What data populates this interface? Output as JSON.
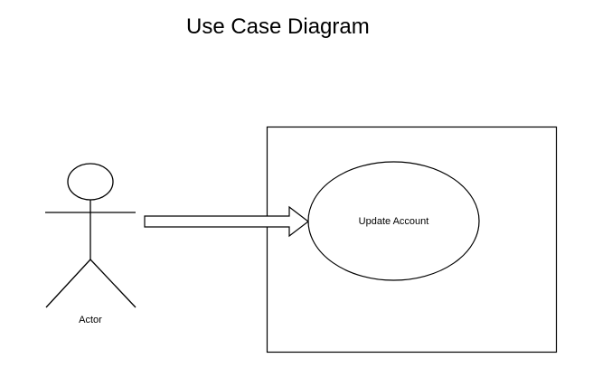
{
  "title": "Use Case Diagram",
  "actor": {
    "label": "Actor"
  },
  "system": {
    "use_cases": [
      {
        "label": "Update Account"
      }
    ]
  },
  "colors": {
    "stroke": "#000000",
    "fill": "#ffffff",
    "text": "#000000"
  }
}
